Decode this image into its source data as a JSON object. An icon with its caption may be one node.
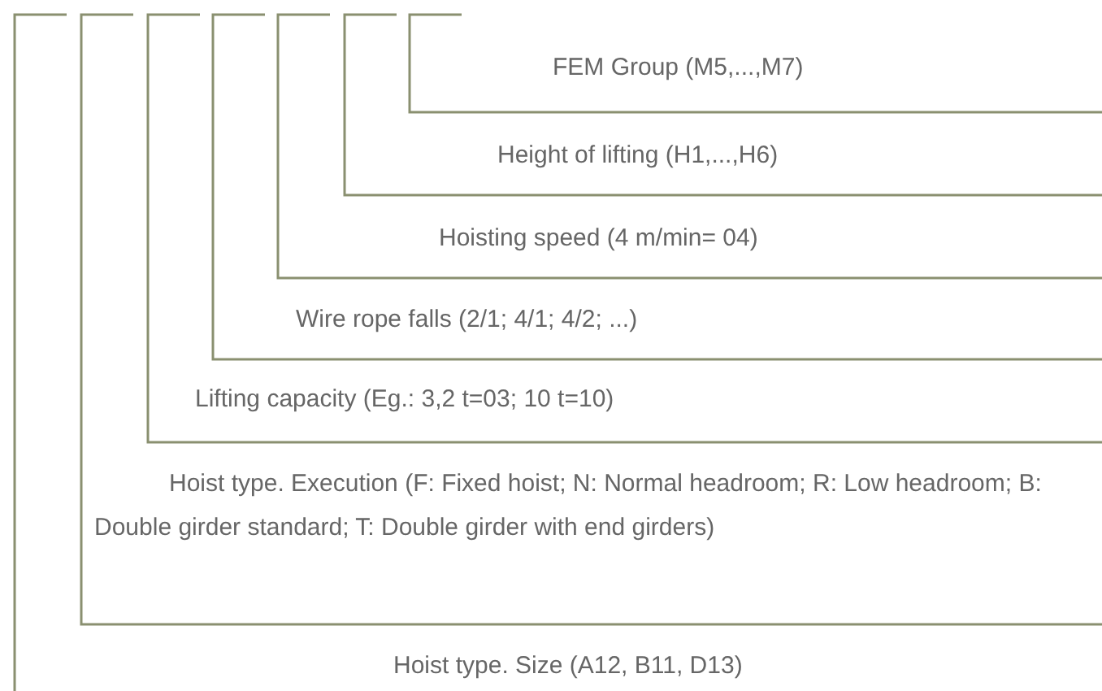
{
  "diagram": {
    "labels": [
      "FEM Group (M5,...,M7)",
      "Height of lifting (H1,...,H6)",
      "Hoisting speed (4 m/min= 04)",
      "Wire rope falls (2/1; 4/1; 4/2; ...)",
      "Lifting capacity (Eg.: 3,2 t=03; 10 t=10)",
      "Hoist type. Execution (F: Fixed hoist; N: Normal headroom; R: Low headroom; B: Double girder standard; T: Double girder with end girders)",
      "Hoist type. Size (A12, B11, D13)"
    ]
  }
}
